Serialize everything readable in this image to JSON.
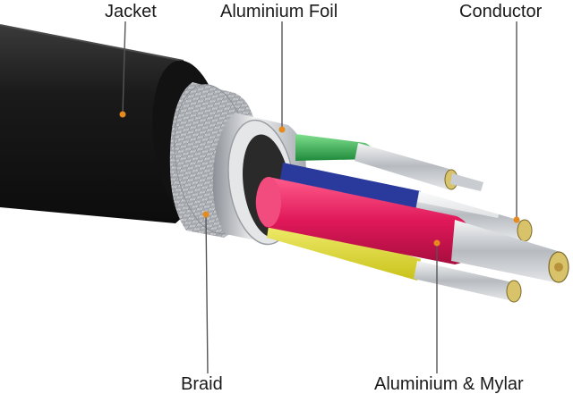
{
  "labels": {
    "jacket": "Jacket",
    "aluminium_foil": "Aluminium Foil",
    "conductor": "Conductor",
    "braid": "Braid",
    "aluminium_mylar": "Aluminium & Mylar"
  },
  "colors": {
    "jacket": "#1c1c1c",
    "braid": "#b9bcc0",
    "foil": "#d2d4d7",
    "wire_green": "#2fa84f",
    "wire_blue": "#2a3a9c",
    "wire_red": "#e0185a",
    "wire_yellow": "#e2de2a",
    "conductor_silver": "#cfd2d6",
    "copper": "#c8a24a",
    "leader_line": "#555555",
    "marker_dot": "#e58a1f"
  }
}
